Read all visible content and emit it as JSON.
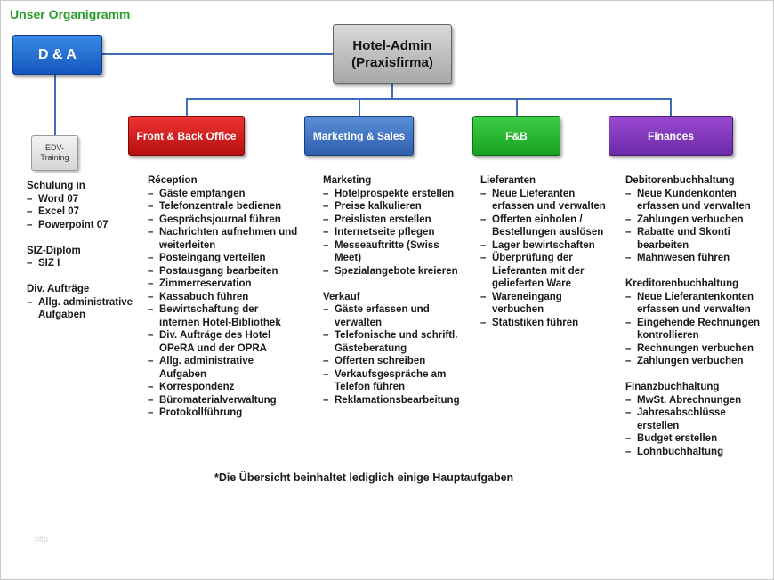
{
  "title": "Unser Organigramm",
  "nodes": {
    "da": "D & A",
    "admin_line1": "Hotel-Admin",
    "admin_line2": "(Praxisfirma)",
    "edv_line1": "EDV-",
    "edv_line2": "Training"
  },
  "departments": {
    "front": "Front & Back Office",
    "marketing": "Marketing & Sales",
    "fb": "F&B",
    "finances": "Finances"
  },
  "colors": {
    "title": "#2a9d2a",
    "da": "#1f6fd6",
    "admin": "#bdbdbd",
    "front": "#d91e1e",
    "marketing": "#3f72c0",
    "fb": "#22b62c",
    "finances": "#7d36b8",
    "connector": "#3f6db8"
  },
  "da_column": {
    "sections": [
      {
        "heading": "Schulung in",
        "items": [
          "Word 07",
          "Excel 07",
          "Powerpoint 07"
        ]
      },
      {
        "heading": "SIZ-Diplom",
        "items": [
          "SIZ I"
        ]
      },
      {
        "heading": "Div. Aufträge",
        "items": [
          "Allg. administrative Aufgaben"
        ]
      }
    ]
  },
  "front_column": {
    "sections": [
      {
        "heading": "Réception",
        "items": [
          "Gäste empfangen",
          "Telefonzentrale bedienen",
          "Gesprächsjournal führen",
          "Nachrichten aufnehmen und weiterleiten",
          "Posteingang verteilen",
          "Postausgang bearbeiten",
          "Zimmerreservation",
          "Kassabuch führen",
          "Bewirtschaftung der internen Hotel-Bibliothek",
          "Div. Aufträge des Hotel OPeRA und der OPRA",
          "Allg. administrative Aufgaben",
          "Korrespondenz",
          "Büromaterialverwaltung",
          "Protokollführung"
        ]
      }
    ]
  },
  "marketing_column": {
    "sections": [
      {
        "heading": "Marketing",
        "items": [
          "Hotelprospekte erstellen",
          "Preise kalkulieren",
          "Preislisten erstellen",
          "Internetseite pflegen",
          "Messeauftritte (Swiss Meet)",
          "Spezialangebote kreieren"
        ]
      },
      {
        "heading": "Verkauf",
        "items": [
          "Gäste erfassen und verwalten",
          "Telefonische und schriftl. Gästeberatung",
          "Offerten schreiben",
          "Verkaufsgespräche am Telefon führen",
          "Reklamationsbearbeitung"
        ]
      }
    ]
  },
  "fb_column": {
    "sections": [
      {
        "heading": "Lieferanten",
        "items": [
          "Neue Lieferanten erfassen und verwalten",
          "Offerten einholen / Bestellungen auslösen",
          "Lager bewirtschaften",
          "Überprüfung der Lieferanten mit der gelieferten Ware",
          "Wareneingang verbuchen",
          "Statistiken führen"
        ]
      }
    ]
  },
  "finances_column": {
    "sections": [
      {
        "heading": "Debitorenbuchhaltung",
        "items": [
          "Neue Kundenkonten erfassen und verwalten",
          "Zahlungen verbuchen",
          "Rabatte und Skonti bearbeiten",
          "Mahnwesen führen"
        ]
      },
      {
        "heading": "Kreditorenbuchhaltung",
        "items": [
          "Neue Lieferantenkonten erfassen und verwalten",
          "Eingehende Rechnungen kontrollieren",
          "Rechnungen verbuchen",
          "Zahlungen verbuchen"
        ]
      },
      {
        "heading": "Finanzbuchhaltung",
        "items": [
          "MwSt. Abrechnungen",
          "Jahresabschlüsse erstellen",
          "Budget erstellen",
          "Lohnbuchhaltung"
        ]
      }
    ]
  },
  "footnote": "*Die Übersicht beinhaltet lediglich einige Hauptaufgaben",
  "faint_text": "http"
}
